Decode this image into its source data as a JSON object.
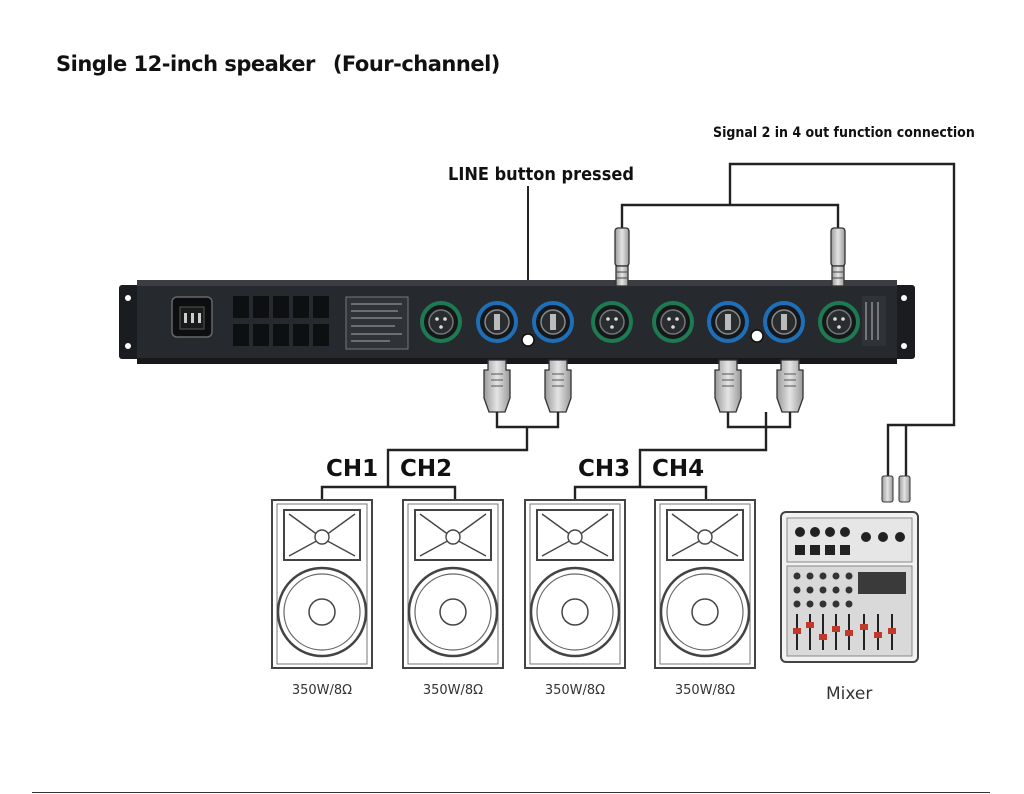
{
  "title": {
    "main": "Single 12-inch speaker",
    "sub": "(Four-channel)"
  },
  "labels": {
    "signal": "Signal 2 in 4 out function connection",
    "line_button": "LINE button pressed"
  },
  "channels": [
    "CH1",
    "CH2",
    "CH3",
    "CH4"
  ],
  "speakers": [
    {
      "rating": "350W/8Ω"
    },
    {
      "rating": "350W/8Ω"
    },
    {
      "rating": "350W/8Ω"
    },
    {
      "rating": "350W/8Ω"
    }
  ],
  "mixer": {
    "label": "Mixer"
  }
}
